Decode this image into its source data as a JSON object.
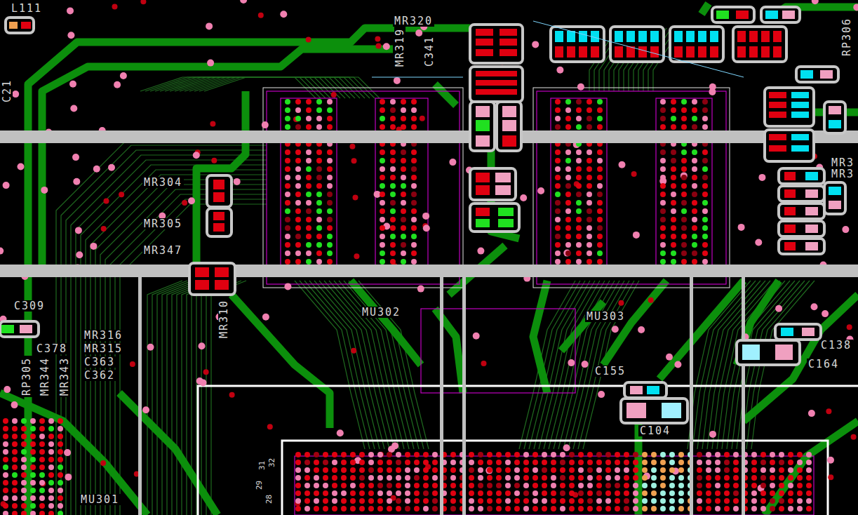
{
  "diagram": {
    "labels": [
      "L111",
      "MR320",
      "MR319",
      "C341",
      "RP306",
      "C21",
      "MR304",
      "MR305",
      "MR347",
      "MR310",
      "C309",
      "MR316",
      "C378",
      "MR315",
      "C363",
      "C362",
      "RP305",
      "MR344",
      "MR343",
      "MU302",
      "MU303",
      "C155",
      "C104",
      "C138",
      "C164",
      "MU301",
      "MR3",
      "MR3",
      "32",
      "31",
      "29",
      "28"
    ]
  }
}
